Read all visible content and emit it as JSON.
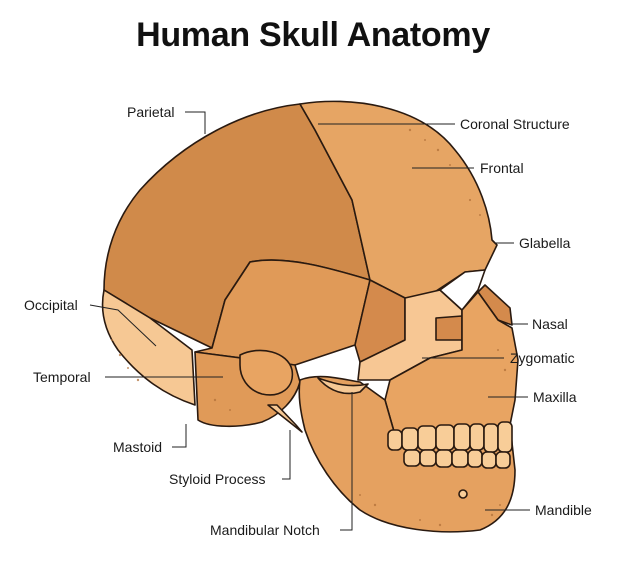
{
  "title": "Human Skull Anatomy",
  "labels": {
    "parietal": "Parietal",
    "coronal": "Coronal Structure",
    "frontal": "Frontal",
    "glabella": "Glabella",
    "occipital": "Occipital",
    "nasal": "Nasal",
    "zygomatic": "Zygomatic",
    "temporal": "Temporal",
    "maxilla": "Maxilla",
    "mastoid": "Mastoid",
    "styloid": "Styloid Process",
    "mandible": "Mandible",
    "notch": "Mandibular Notch"
  },
  "colors": {
    "parietal": "#d08a4a",
    "frontal": "#e6a564",
    "occipital": "#f6c894",
    "temporal": "#e09a58",
    "sphenoid": "#d48a4c",
    "zygomatic": "#f7c794",
    "maxilla": "#e8a462",
    "mandible": "#e5a160",
    "teeth": "#f8cd98",
    "outline": "#2a1a10"
  }
}
